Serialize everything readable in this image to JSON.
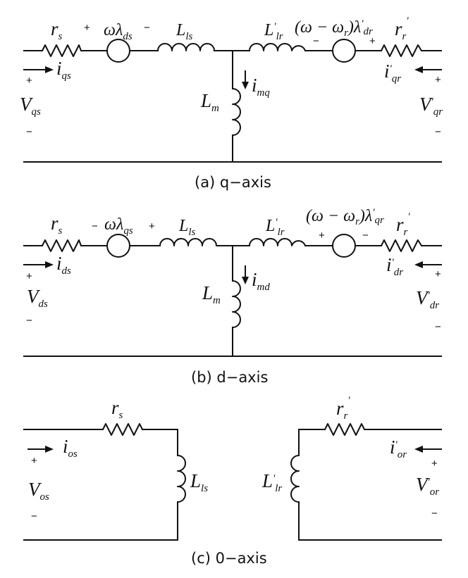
{
  "q_axis": {
    "caption": "(a)  q−axis",
    "rs": "r",
    "rs_sub": "s",
    "src1": "ωλ",
    "src1_sub": "ds",
    "Lls": "L",
    "Lls_sub": "ls",
    "Llr": "L",
    "Llr_prime": "'",
    "Llr_sub": "lr",
    "src2": "(ω − ω",
    "src2_r": "r",
    "src2_paren": ")λ",
    "src2_prime": "'",
    "src2_sub": "dr",
    "rr": "r",
    "rr_sub": "r",
    "rr_prime": "'",
    "is": "i",
    "is_sub": "qs",
    "im": "i",
    "im_sub": "mq",
    "ir": "i",
    "ir_prime": "'",
    "ir_sub": "qr",
    "Lm": "L",
    "Lm_sub": "m",
    "Vs": "V",
    "Vs_sub": "qs",
    "Vr": "V",
    "Vr_prime": "'",
    "Vr_sub": "qr",
    "plus": "+",
    "minus": "−"
  },
  "d_axis": {
    "caption": "(b)  d−axis",
    "rs": "r",
    "rs_sub": "s",
    "src1": "ωλ",
    "src1_sub": "qs",
    "Lls": "L",
    "Lls_sub": "ls",
    "Llr": "L",
    "Llr_prime": "'",
    "Llr_sub": "lr",
    "src2": "(ω − ω",
    "src2_r": "r",
    "src2_paren": ")λ",
    "src2_prime": "'",
    "src2_sub": "qr",
    "rr": "r",
    "rr_sub": "r",
    "rr_prime": "'",
    "is": "i",
    "is_sub": "ds",
    "im": "i",
    "im_sub": "md",
    "ir": "i",
    "ir_prime": "'",
    "ir_sub": "dr",
    "Lm": "L",
    "Lm_sub": "m",
    "Vs": "V",
    "Vs_sub": "ds",
    "Vr": "V",
    "Vr_prime": "'",
    "Vr_sub": "dr",
    "plus": "+",
    "minus": "−"
  },
  "zero_axis": {
    "caption": "(c)  0−axis",
    "rs": "r",
    "rs_sub": "s",
    "Lls": "L",
    "Lls_sub": "ls",
    "Llr": "L",
    "Llr_prime": "'",
    "Llr_sub": "lr",
    "rr": "r",
    "rr_sub": "r",
    "rr_prime": "'",
    "is": "i",
    "is_sub": "os",
    "ir": "i",
    "ir_prime": "'",
    "ir_sub": "or",
    "Vs": "V",
    "Vs_sub": "os",
    "Vr": "V",
    "Vr_prime": "'",
    "Vr_sub": "or",
    "plus": "+",
    "minus": "−"
  }
}
